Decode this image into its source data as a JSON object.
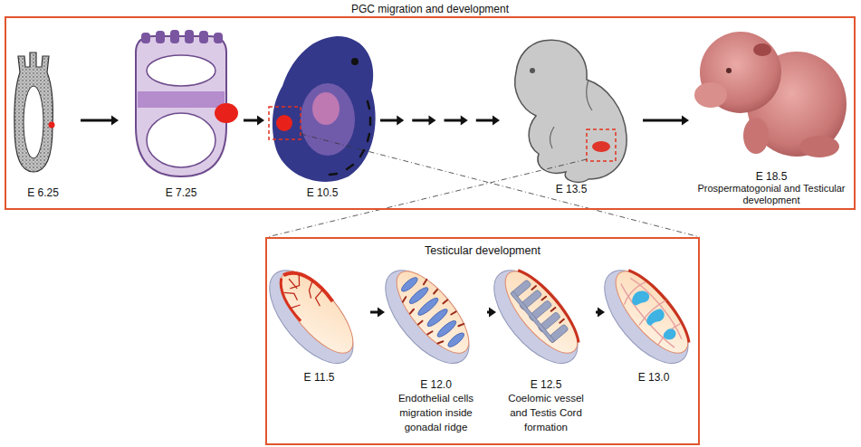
{
  "diagram": {
    "nodes": [
      {
        "text": [
          "PGC migration and development"
        ]
      },
      {
        "text": [
          "E 6.25"
        ],
        "in": 0
      },
      {
        "text": [
          "E 7.25"
        ],
        "in": 0
      },
      {
        "text": [
          "E 10.5"
        ],
        "in": 0
      },
      {
        "text": [
          "E 13.5"
        ],
        "in": 0
      },
      {
        "text": [
          "E 18.5",
          "Prospermatogonial and Testicular development"
        ],
        "in": 0
      },
      {
        "text": [
          "Testicular development"
        ]
      },
      {
        "text": [
          "E 11.5"
        ],
        "in": 6
      },
      {
        "text": [
          "E 12.0",
          "Endothelial cells migration inside gonadal ridge"
        ],
        "in": 6
      },
      {
        "text": [
          "E 12.5",
          "Coelomic vessel and Testis Cord formation"
        ],
        "in": 6
      },
      {
        "text": [
          "E 13.0"
        ],
        "in": 6
      }
    ],
    "edges": [
      {
        "from": 1,
        "to": 2,
        "arrow": "to"
      },
      {
        "from": 2,
        "to": 3,
        "arrow": "to"
      },
      {
        "from": 3,
        "to": 4,
        "arrow": "to"
      },
      {
        "from": 4,
        "to": 5,
        "arrow": "to"
      },
      {
        "from": 7,
        "to": 8,
        "arrow": "to"
      },
      {
        "from": 8,
        "to": 9,
        "arrow": "to"
      },
      {
        "from": 9,
        "to": 10,
        "arrow": "to"
      }
    ]
  }
}
